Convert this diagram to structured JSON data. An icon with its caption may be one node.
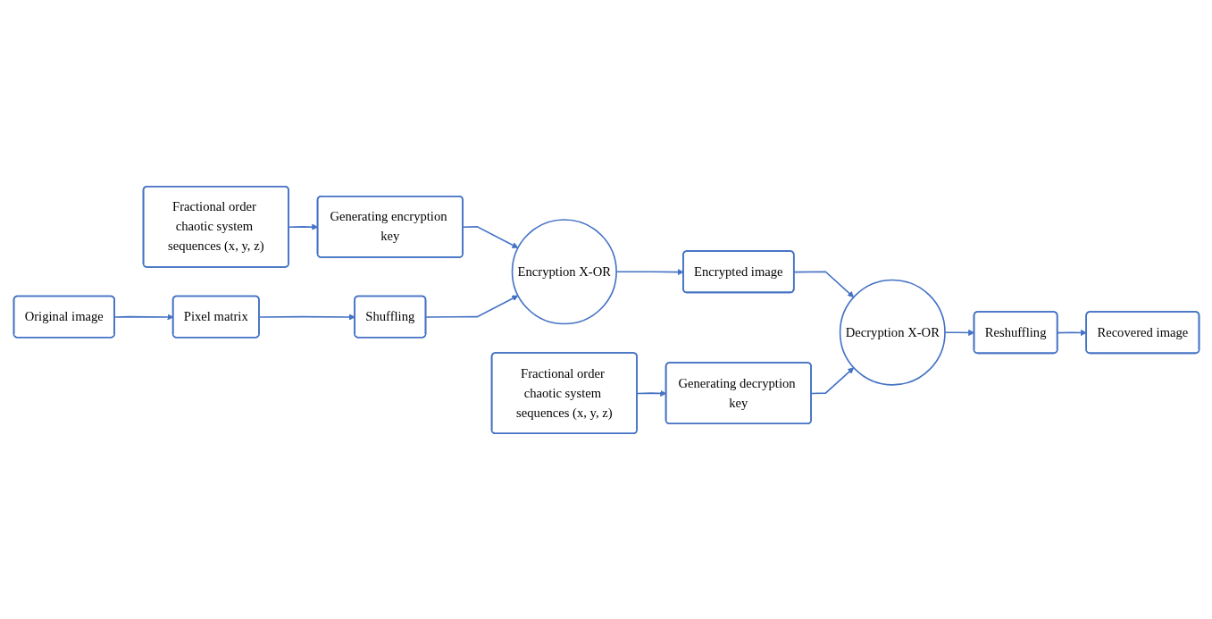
{
  "diagram": {
    "nodes": [
      {
        "text": [
          "Fractional order chaotic system sequences (x, y, z)"
        ]
      },
      {
        "text": [
          "Generating encryption key"
        ]
      },
      {
        "text": [
          "Encryption X-OR"
        ]
      },
      {
        "text": [
          "Shuffling"
        ]
      },
      {
        "text": [
          "Pixel matrix"
        ]
      },
      {
        "text": [
          "Original image"
        ]
      },
      {
        "text": [
          "Encrypted image"
        ]
      },
      {
        "text": [
          "Fractional order chaotic system sequences (x, y, z)"
        ]
      },
      {
        "text": [
          "Generating decryption key"
        ]
      },
      {
        "text": [
          "Decryption X-OR"
        ]
      },
      {
        "text": [
          "Reshuffling"
        ]
      },
      {
        "text": [
          "Recovered image"
        ]
      }
    ],
    "edges": [
      {
        "from": 0,
        "to": 1,
        "arrow": "to"
      },
      {
        "from": 1,
        "to": 2,
        "arrow": "to"
      },
      {
        "from": 5,
        "to": 4,
        "arrow": "to"
      },
      {
        "from": 4,
        "to": 3,
        "arrow": "to"
      },
      {
        "from": 3,
        "to": 2,
        "arrow": "to"
      },
      {
        "from": 2,
        "to": 6,
        "arrow": "to"
      },
      {
        "from": 6,
        "to": 9,
        "arrow": "to"
      },
      {
        "from": 7,
        "to": 8,
        "arrow": "to"
      },
      {
        "from": 8,
        "to": 9,
        "arrow": "to"
      },
      {
        "from": 9,
        "to": 10,
        "arrow": "to"
      },
      {
        "from": 10,
        "to": 11,
        "arrow": "to"
      }
    ]
  }
}
